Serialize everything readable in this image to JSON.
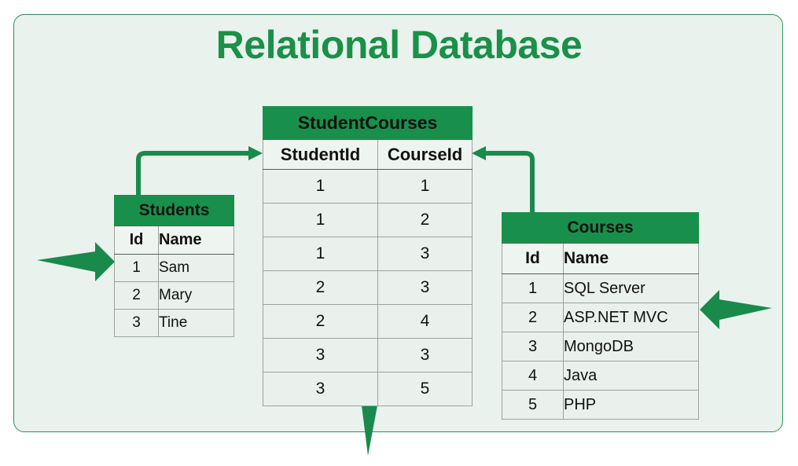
{
  "page": {
    "title": "Relational Database",
    "accent_green": "#1a9049",
    "header_green": "#18904b",
    "panel_background": "#e9f2ec",
    "panel_border": "#2f8f5b",
    "cell_background": "#eaf1ec",
    "arrow_color": "#1a8a4c"
  },
  "tables": {
    "student_courses": {
      "name": "StudentCourses",
      "columns": [
        "StudentId",
        "CourseId"
      ],
      "rows": [
        [
          "1",
          "1"
        ],
        [
          "1",
          "2"
        ],
        [
          "1",
          "3"
        ],
        [
          "2",
          "3"
        ],
        [
          "2",
          "4"
        ],
        [
          "3",
          "3"
        ],
        [
          "3",
          "5"
        ]
      ]
    },
    "students": {
      "name": "Students",
      "columns": [
        "Id",
        "Name"
      ],
      "rows": [
        [
          "1",
          "Sam"
        ],
        [
          "2",
          "Mary"
        ],
        [
          "3",
          "Tine"
        ]
      ]
    },
    "courses": {
      "name": "Courses",
      "columns": [
        "Id",
        "Name"
      ],
      "rows": [
        [
          "1",
          "SQL Server"
        ],
        [
          "2",
          "ASP.NET MVC"
        ],
        [
          "3",
          "MongoDB"
        ],
        [
          "4",
          "Java"
        ],
        [
          "5",
          "PHP"
        ]
      ]
    }
  }
}
